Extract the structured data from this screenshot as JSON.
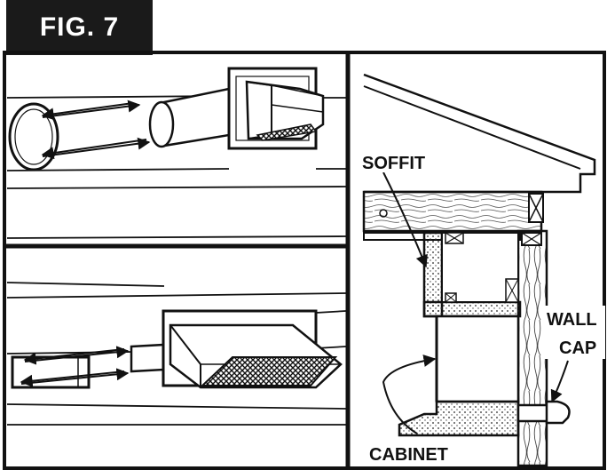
{
  "figure": {
    "title": "FIG. 7"
  },
  "labels": {
    "soffit": "SOFFIT",
    "wall": "WALL",
    "cap": "CAP",
    "cabinet": "CABINET"
  },
  "colors": {
    "ink": "#111111",
    "paper": "#ffffff",
    "tab": "#1a1a1a"
  }
}
